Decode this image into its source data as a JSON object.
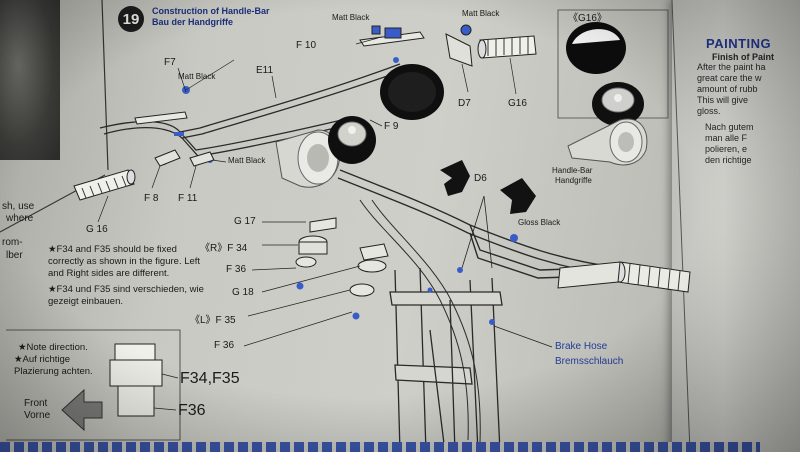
{
  "step": {
    "number": "19",
    "title_en": "Construction of Handle-Bar",
    "title_de": "Bau der Handgriffe"
  },
  "callouts": {
    "matt_black_top": "Matt Black",
    "matt_black_right": "Matt Black",
    "matt_black_left": "Matt Black",
    "matt_black_mid": "Matt Black",
    "gloss_black": "Gloss Black",
    "brake_hose_en": "Brake Hose",
    "brake_hose_de": "Bremsschlauch",
    "handle_bar_en": "Handle-Bar",
    "handle_bar_de": "Handgriffe"
  },
  "part_labels": {
    "f10": "F 10",
    "f7": "F7",
    "e11": "E11",
    "d7": "D7",
    "g16_right": "G16",
    "g16_box": "《G16》",
    "f9": "F 9",
    "d6": "D6",
    "f8": "F 8",
    "f11": "F 11",
    "g16_left": "G 16",
    "g17": "G 17",
    "r_f34": "《R》F 34",
    "f36_upper": "F 36",
    "g18": "G 18",
    "l_f35": "《L》F 35",
    "f36_lower": "F 36",
    "f34_f35": "F34,F35",
    "f36_inset": "F36"
  },
  "notes": {
    "fix_en": "★F34 and F35 should be fixed correctly as shown in the figure. Left and Right sides are different.",
    "fix_de": "★F34 und F35 sind verschieden, wie gezeigt einbauen.",
    "direction_en": "★Note direction.",
    "direction_de": "★Auf richtige Plazierung achten.",
    "front_en": "Front",
    "front_de": "Vorne"
  },
  "left_edge_text": [
    "sh, use",
    "where",
    "rom-",
    "lber"
  ],
  "right_sheet": {
    "heading": "PAINTING",
    "sub": "Finish of Paint",
    "lines": [
      "After the paint ha",
      "great care the w",
      "amount of rubb",
      "This will give",
      "gloss.",
      "Nach gutem",
      "man alle F",
      "polieren, e",
      "den richtige"
    ]
  },
  "colors": {
    "paper": "#cfcfc9",
    "ink": "#1a1a1a",
    "blue_ink": "#223c98",
    "metal": "#d8d8d4",
    "black_part": "#111111"
  }
}
